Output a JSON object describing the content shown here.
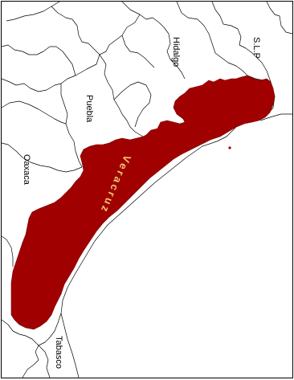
{
  "map": {
    "labels": {
      "slp": "S.L.P",
      "hidalgo": "Hidalgo",
      "puebla": "Puebla",
      "oaxaca": "Oaxaca",
      "tabasco": "Tabasco",
      "veracruz": "Veracruz"
    },
    "colors": {
      "veracruz_fill": "#a00000",
      "veracruz_label": "#f0c870",
      "boundary": "#000000",
      "background": "#ffffff"
    }
  }
}
